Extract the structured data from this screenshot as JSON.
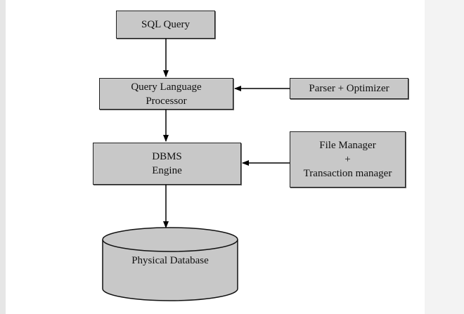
{
  "nodes": {
    "sql_query": "SQL Query",
    "query_language_processor": "Query Language\nProcessor",
    "parser_optimizer": "Parser + Optimizer",
    "dbms_engine": "DBMS\nEngine",
    "file_transaction_manager": "File Manager\n+\nTransaction manager",
    "physical_database": "Physical Database"
  },
  "colors": {
    "box_fill": "#c8c8c8",
    "line": "#000000"
  }
}
